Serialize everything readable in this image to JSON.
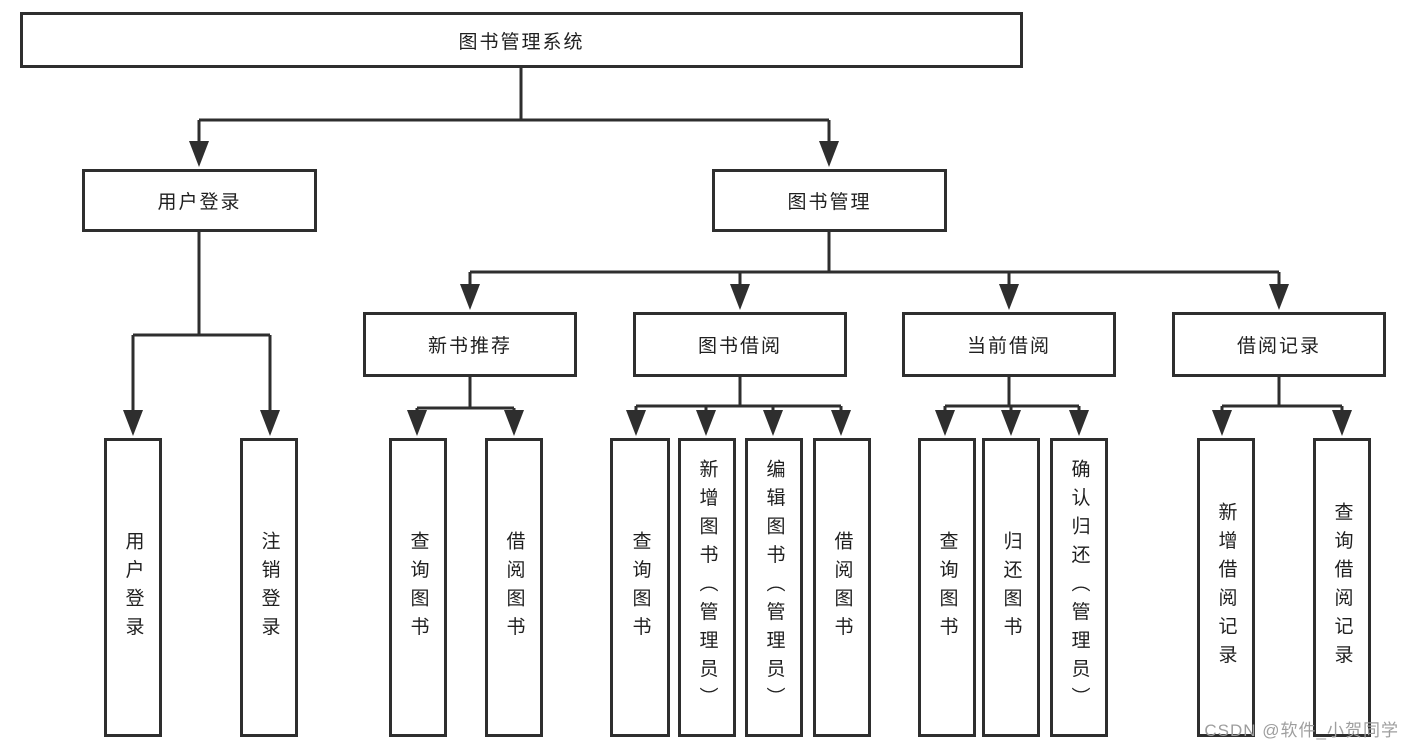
{
  "diagram_title": "图书管理系统",
  "tree": {
    "label": "图书管理系统",
    "children": [
      {
        "label": "用户登录",
        "children": [
          {
            "label": "用户登录"
          },
          {
            "label": "注销登录"
          }
        ]
      },
      {
        "label": "图书管理",
        "children": [
          {
            "label": "新书推荐",
            "children": [
              {
                "label": "查询图书"
              },
              {
                "label": "借阅图书"
              }
            ]
          },
          {
            "label": "图书借阅",
            "children": [
              {
                "label": "查询图书"
              },
              {
                "label": "新增图书（管理员）"
              },
              {
                "label": "编辑图书（管理员）"
              },
              {
                "label": "借阅图书"
              }
            ]
          },
          {
            "label": "当前借阅",
            "children": [
              {
                "label": "查询图书"
              },
              {
                "label": "归还图书"
              },
              {
                "label": "确认归还（管理员）"
              }
            ]
          },
          {
            "label": "借阅记录",
            "children": [
              {
                "label": "新增借阅记录"
              },
              {
                "label": "查询借阅记录"
              }
            ]
          }
        ]
      }
    ]
  },
  "watermark": "CSDN @软件_小贺同学",
  "colors": {
    "line": "#2e2e2e",
    "box_border": "#2e2e2e",
    "text": "#1f1f1f",
    "watermark_text": "#9e9e9e",
    "background": "#ffffff"
  }
}
